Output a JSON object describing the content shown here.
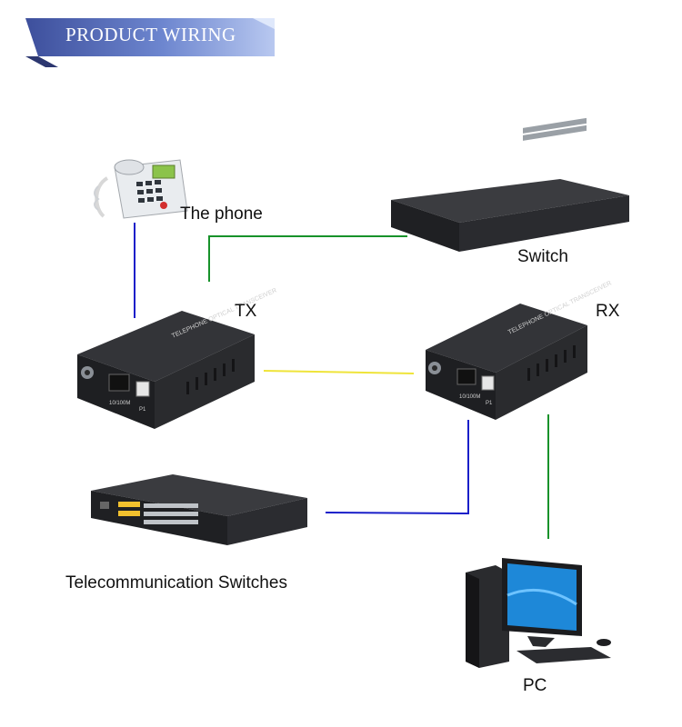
{
  "banner": {
    "title": "PRODUCT WIRING"
  },
  "devices": {
    "phone": {
      "label": "The phone"
    },
    "switch": {
      "label": "Switch"
    },
    "tx": {
      "label": "TX",
      "printed_text": "TELEPHONE OPTICAL TRANSCEIVER",
      "port_label": "10/100M",
      "phone_port_label": "P1"
    },
    "rx": {
      "label": "RX",
      "printed_text": "TELEPHONE OPTICAL TRANSCEIVER",
      "port_label": "10/100M",
      "phone_port_label": "P1"
    },
    "telecom": {
      "label": "Telecommunication Switches"
    },
    "pc": {
      "label": "PC"
    }
  },
  "colors": {
    "banner_dark": "#3a4f9a",
    "banner_light": "#9eb3e6",
    "wire_blue": "#1a1fc9",
    "wire_green": "#17922a",
    "wire_yellow": "#efe43a",
    "device_body": "#2b2b2d"
  }
}
